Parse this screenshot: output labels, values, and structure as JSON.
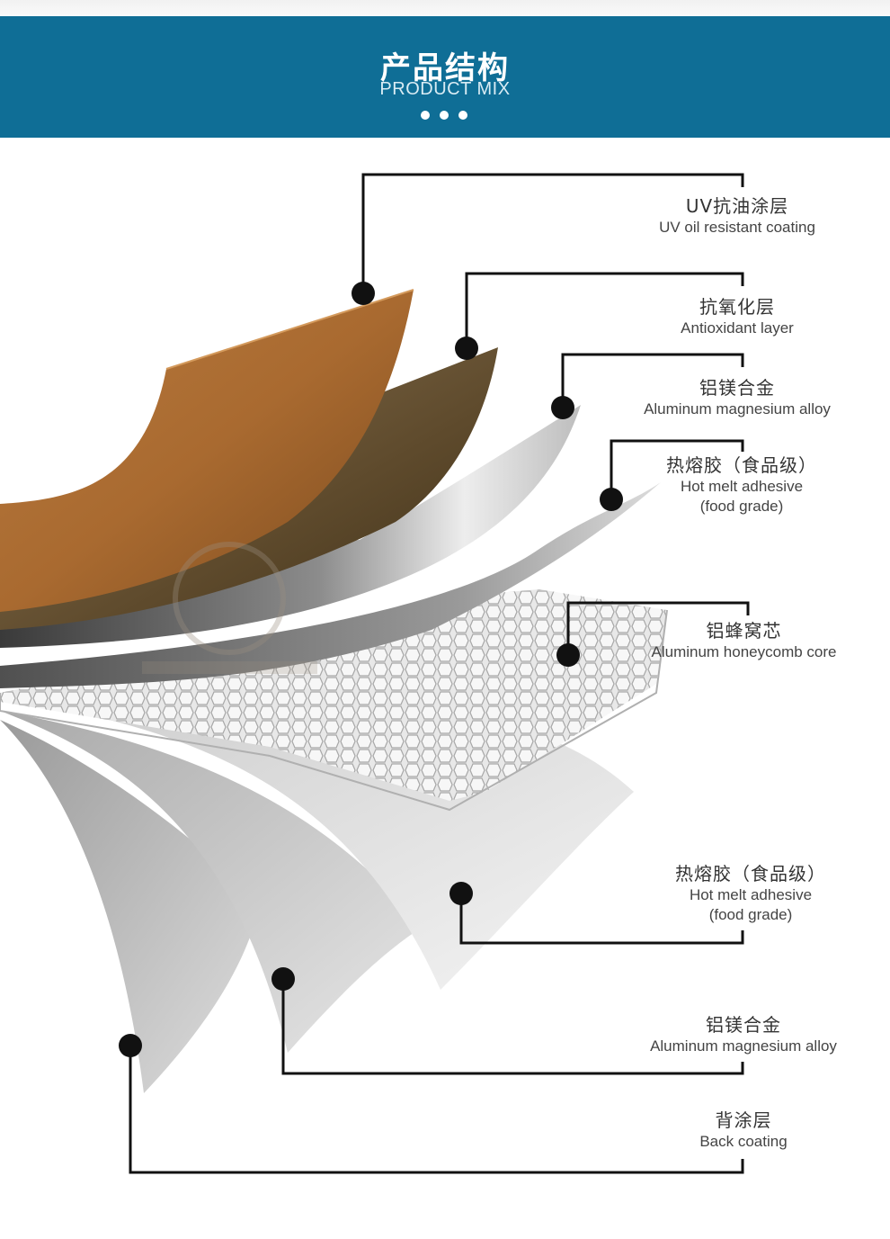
{
  "header": {
    "title": "产品结构",
    "subtitle": "PRODUCT MIX"
  },
  "colors": {
    "banner": "#0f6e96",
    "leader_line": "#111111",
    "text": "#333333"
  },
  "layers": [
    {
      "zh": "UV抗油涂层",
      "en_line1": "UV oil resistant coating",
      "en_line2": ""
    },
    {
      "zh": "抗氧化层",
      "en_line1": "Antioxidant layer",
      "en_line2": ""
    },
    {
      "zh": "铝镁合金",
      "en_line1": "Aluminum magnesium alloy",
      "en_line2": ""
    },
    {
      "zh": "热熔胶（食品级）",
      "en_line1": "Hot melt adhesive",
      "en_line2": "(food grade)"
    },
    {
      "zh": "铝蜂窝芯",
      "en_line1": "Aluminum honeycomb core",
      "en_line2": ""
    },
    {
      "zh": "热熔胶（食品级）",
      "en_line1": "Hot melt adhesive",
      "en_line2": "(food grade)"
    },
    {
      "zh": "铝镁合金",
      "en_line1": "Aluminum magnesium alloy",
      "en_line2": ""
    },
    {
      "zh": "背涂层",
      "en_line1": "Back coating",
      "en_line2": ""
    }
  ]
}
